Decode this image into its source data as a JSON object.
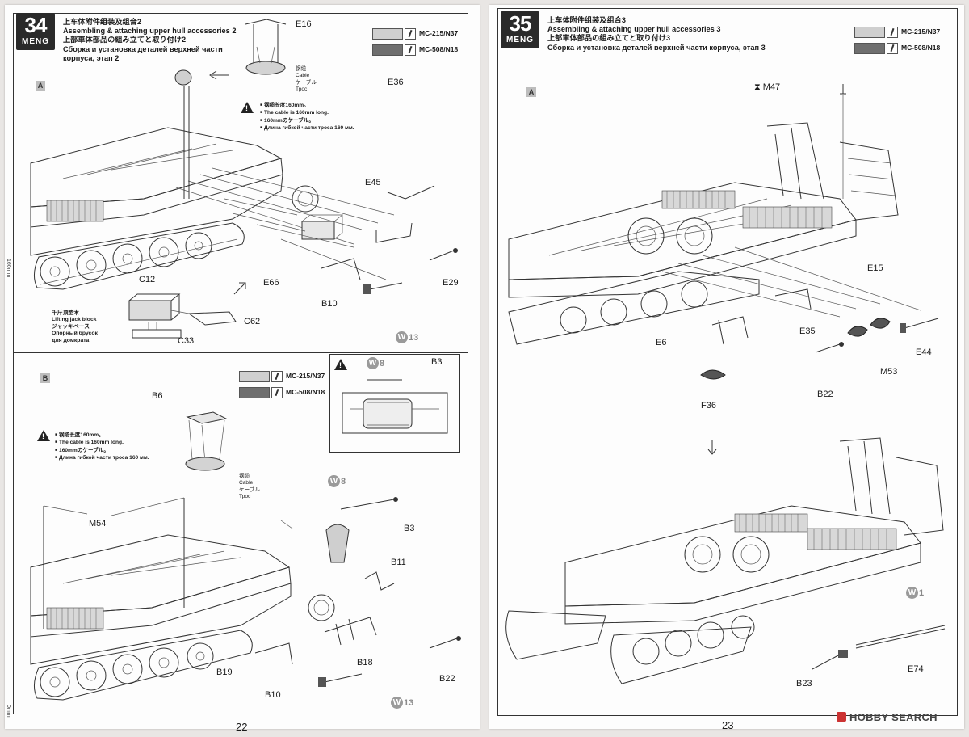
{
  "left_page": {
    "step_number": "34",
    "brand": "MENG",
    "title_zh": "上车体附件组装及组合2",
    "title_en": "Assembling & attaching upper hull accessories 2",
    "title_ja": "上部車体部品の組み立てと取り付け2",
    "title_ru_1": "Сборка и установка деталей верхней части",
    "title_ru_2": "корпуса, этап 2",
    "paints": [
      {
        "code": "MC-215/N37",
        "color": "#cfcfcf"
      },
      {
        "code": "MC-508/N18",
        "color": "#6f6f6f"
      }
    ],
    "sub_a": {
      "label": "A",
      "cable_note": [
        "钢缆长度160mm。",
        "The cable is 160mm long.",
        "160mmのケーブル。",
        "Длина гибкой части троса 160 мм."
      ],
      "cable_label": [
        "钢缆",
        "Cable",
        "ケーブル",
        "Трос"
      ],
      "lifting_block": [
        "千斤顶垫木",
        "Lifting jack block",
        "ジャッキベース",
        "Опорный брусок",
        "для домкрата"
      ],
      "parts": [
        "E16",
        "E36",
        "E45",
        "E29",
        "E66",
        "B10",
        "C12",
        "C62",
        "C33"
      ],
      "weathering": "13"
    },
    "sub_b": {
      "label": "B",
      "paints": [
        {
          "code": "MC-215/N37",
          "color": "#cfcfcf"
        },
        {
          "code": "MC-508/N18",
          "color": "#6f6f6f"
        }
      ],
      "cable_note": [
        "钢缆长度160mm。",
        "The cable is 160mm long.",
        "160mmのケーブル。",
        "Длина гибкой части троса 160 мм."
      ],
      "cable_label": [
        "钢缆",
        "Cable",
        "ケーブル",
        "Трос"
      ],
      "inset_weathering": "8",
      "inset_part": "B3",
      "parts": [
        "B6",
        "M54",
        "B3",
        "B11",
        "B18",
        "B19",
        "B10",
        "B22"
      ],
      "weathering_top": "8",
      "weathering_bottom": "13"
    },
    "page_number": "22",
    "ruler_labels": [
      "160mm",
      "0mm"
    ]
  },
  "right_page": {
    "step_number": "35",
    "brand": "MENG",
    "title_zh": "上车体附件组装及组合3",
    "title_en": "Assembling & attaching upper hull accessories 3",
    "title_ja": "上部車体部品の組み立てと取り付け3",
    "title_ru": "Сборка и установка деталей верхней части корпуса, этап 3",
    "paints": [
      {
        "code": "MC-215/N37",
        "color": "#cfcfcf"
      },
      {
        "code": "MC-508/N18",
        "color": "#6f6f6f"
      }
    ],
    "sub_a": {
      "label": "A",
      "parts": [
        "M47",
        "E15",
        "E6",
        "E35",
        "E44",
        "M53",
        "B22",
        "F36",
        "B23",
        "E74"
      ],
      "weathering": "1"
    },
    "page_number": "23",
    "watermark": "HOBBY SEARCH"
  }
}
